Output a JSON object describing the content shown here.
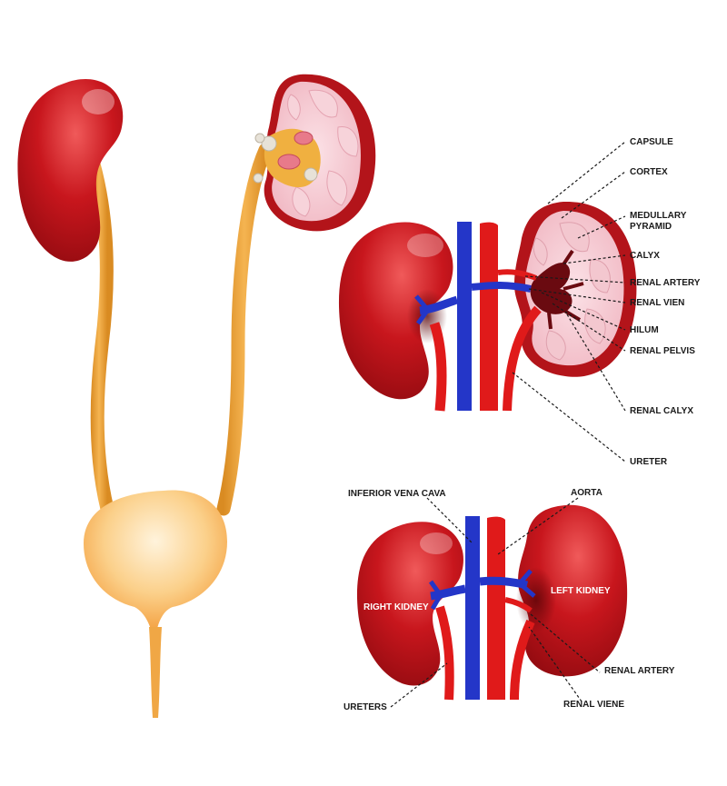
{
  "cross_section_labels": {
    "capsule": "CAPSULE",
    "cortex": "CORTEX",
    "medullary_1": "MEDULLARY",
    "medullary_2": "PYRAMID",
    "calyx": "CALYX",
    "renal_artery": "RENAL ARTERY",
    "renal_vien": "RENAL VIEN",
    "hilum": "HILUM",
    "renal_pelvis": "RENAL PELVIS",
    "renal_calyx": "RENAL CALYX",
    "ureter": "URETER"
  },
  "front_view_labels": {
    "inferior_vena_cava": "INFERIOR VENA CAVA",
    "aorta": "AORTA",
    "right_kidney": "RIGHT KIDNEY",
    "left_kidney": "LEFT KIDNEY",
    "renal_artery": "RENAL ARTERY",
    "ureters": "URETERS",
    "renal_viene": "RENAL VIENE"
  },
  "colors": {
    "kidney": "#c8161d",
    "kidney_dark": "#7a0a0e",
    "vein": "#2436c8",
    "artery": "#e01a1a",
    "ureter": "#e6a13a",
    "bladder": "#f6b04e",
    "medulla": "#f3c7cf"
  }
}
